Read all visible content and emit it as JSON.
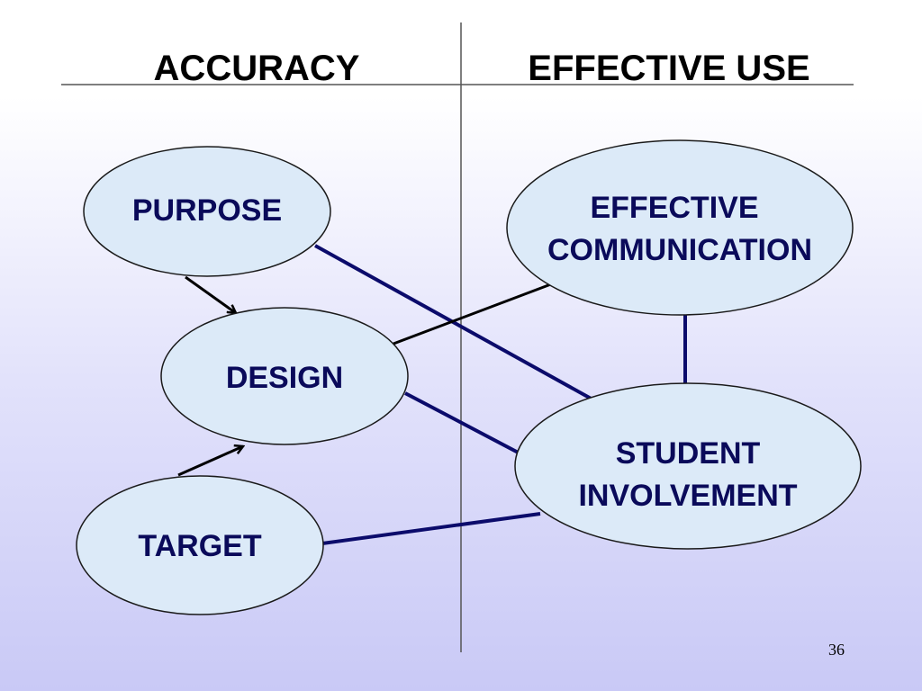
{
  "slide": {
    "left_heading": "ACCURACY",
    "right_heading": "EFFECTIVE USE",
    "page_number": "36"
  },
  "nodes": {
    "purpose": {
      "line1": "PURPOSE"
    },
    "design": {
      "line1": "DESIGN"
    },
    "target": {
      "line1": "TARGET"
    },
    "effective_communication": {
      "line1": "EFFECTIVE",
      "line2": "COMMUNICATION"
    },
    "student_involvement": {
      "line1": "STUDENT",
      "line2": "INVOLVEMENT"
    }
  },
  "colors": {
    "node_fill": "#dceaf8",
    "node_stroke": "#1a1a1a",
    "node_text": "#0a0a5a",
    "connector": "#0b0b6b",
    "arrow": "#000000",
    "divider": "#555555"
  }
}
